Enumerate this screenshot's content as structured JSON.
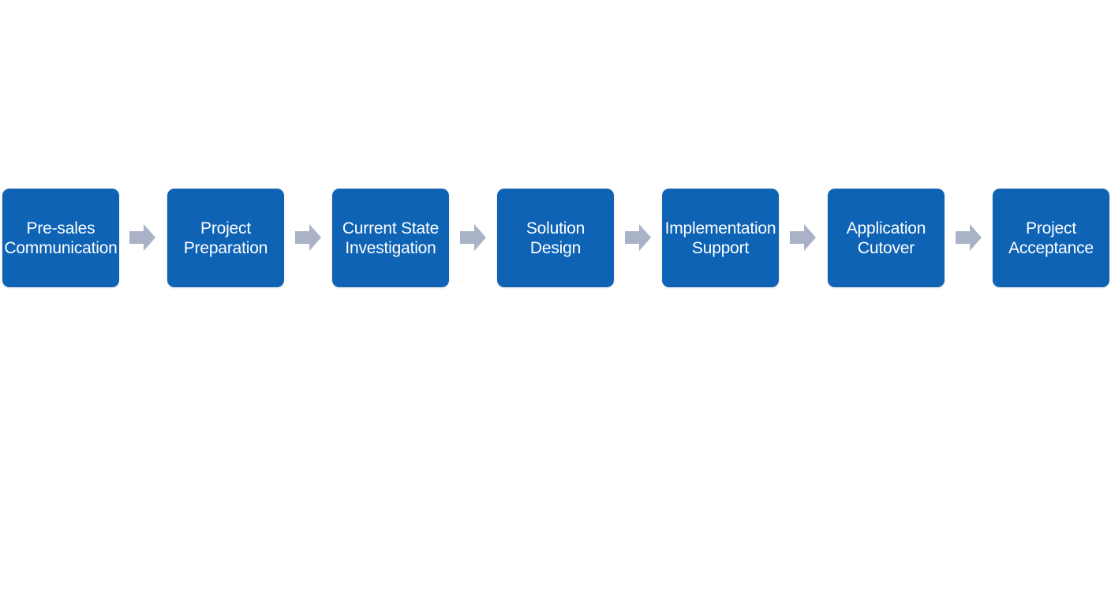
{
  "colors": {
    "box_fill": "#0e63b5",
    "arrow_fill": "#a9b2c6",
    "background": "#ffffff",
    "text": "#ffffff"
  },
  "steps": [
    {
      "label": "Pre-sales\nCommunication"
    },
    {
      "label": "Project\nPreparation"
    },
    {
      "label": "Current State\nInvestigation"
    },
    {
      "label": "Solution\nDesign"
    },
    {
      "label": "Implementation\nSupport"
    },
    {
      "label": "Application\nCutover"
    },
    {
      "label": "Project\nAcceptance"
    }
  ],
  "arrow_icon": "right-arrow-icon"
}
